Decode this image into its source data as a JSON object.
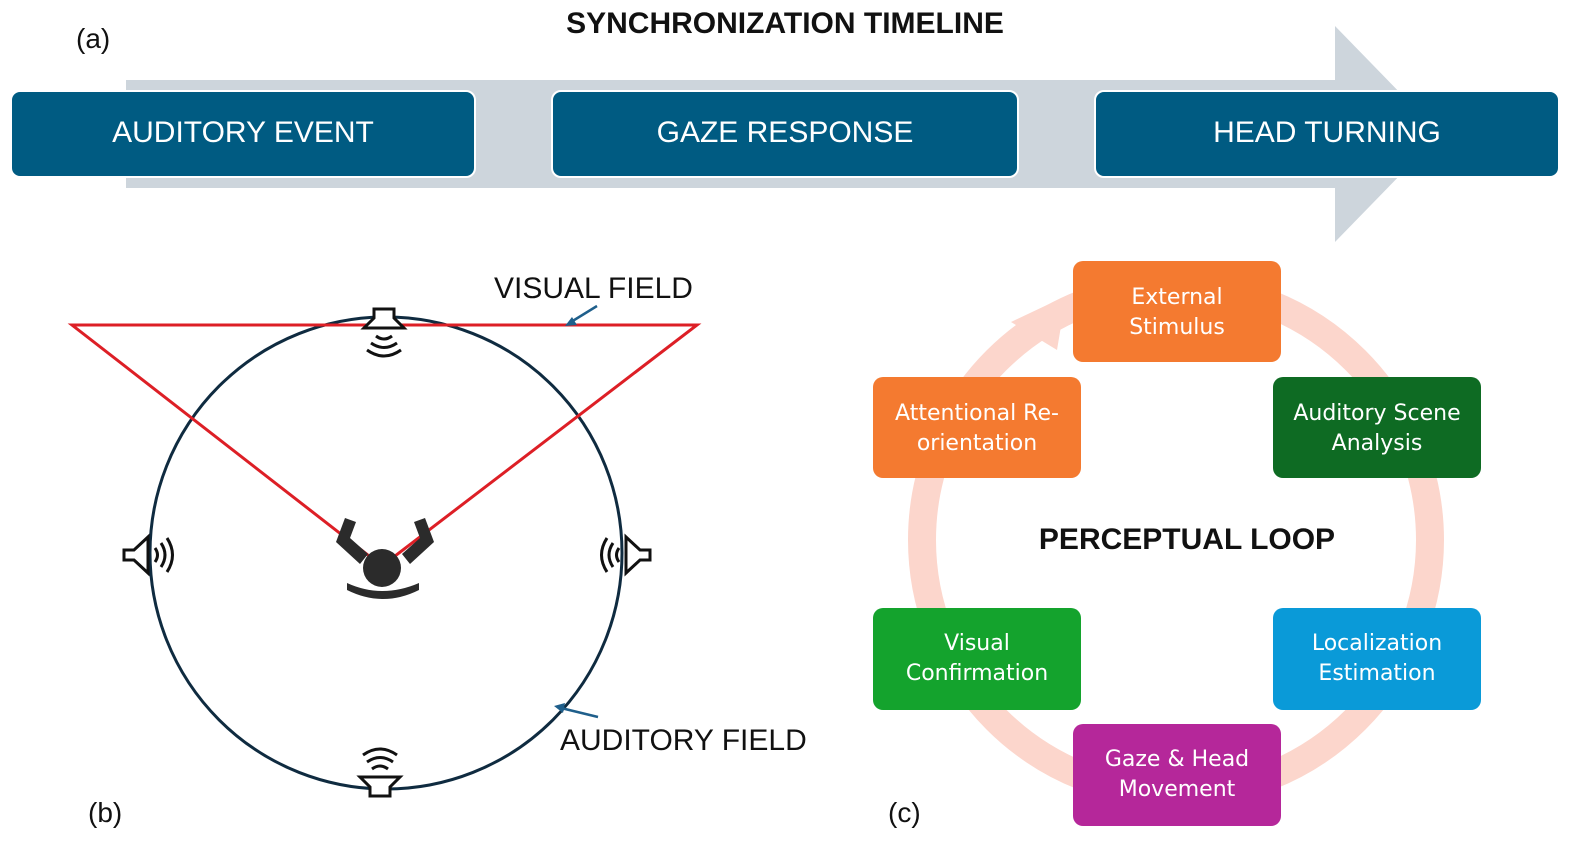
{
  "panel_a": {
    "label": "(a)",
    "title": "SYNCHRONIZATION TIMELINE",
    "steps": [
      "AUDITORY EVENT",
      "GAZE RESPONSE",
      "HEAD TURNING"
    ],
    "box_color": "#005b82",
    "arrow_color": "#cdd5dc"
  },
  "panel_b": {
    "label": "(b)",
    "visual_field_label": "VISUAL FIELD",
    "auditory_field_label": "AUDITORY FIELD",
    "visual_field_color": "#dd1f26",
    "auditory_field_color": "#0f2b40",
    "icons": [
      "speaker-top-icon",
      "speaker-left-icon",
      "speaker-right-icon",
      "speaker-bottom-icon",
      "listener-icon"
    ]
  },
  "panel_c": {
    "label": "(c)",
    "title": "PERCEPTUAL LOOP",
    "ring_color": "#fcd6cc",
    "nodes": [
      {
        "line1": "External",
        "line2": "Stimulus",
        "color": "#f47a30"
      },
      {
        "line1": "Auditory Scene",
        "line2": "Analysis",
        "color": "#0e6b23"
      },
      {
        "line1": "Localization",
        "line2": "Estimation",
        "color": "#0a9ad8"
      },
      {
        "line1": "Gaze & Head",
        "line2": "Movement",
        "color": "#b5279a"
      },
      {
        "line1": "Visual",
        "line2": "Confirmation",
        "color": "#14a32d"
      },
      {
        "line1": "Attentional Re-",
        "line2": "orientation",
        "color": "#f47a30"
      }
    ]
  }
}
